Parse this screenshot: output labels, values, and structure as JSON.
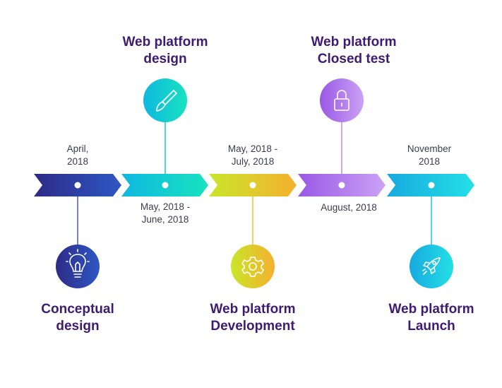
{
  "milestones": [
    {
      "title_line1": "Conceptual",
      "title_line2": "design",
      "date_line1": "April,",
      "date_line2": "2018",
      "icon": "lightbulb-icon",
      "color_start": "#2d2b86",
      "color_end": "#2f57c4"
    },
    {
      "title_line1": "Web platform",
      "title_line2": "design",
      "date_line1": "May, 2018 -",
      "date_line2": "June, 2018",
      "icon": "paintbrush-icon",
      "color_start": "#0fb8e0",
      "color_end": "#18e2bf"
    },
    {
      "title_line1": "Web platform",
      "title_line2": "Development",
      "date_line1": "May, 2018 -",
      "date_line2": "July, 2018",
      "icon": "gear-icon",
      "color_start": "#c9e62a",
      "color_end": "#f5b02e"
    },
    {
      "title_line1": "Web platform",
      "title_line2": "Closed test",
      "date_line1": "August, 2018",
      "date_line2": "",
      "icon": "lock-icon",
      "color_start": "#9a58e6",
      "color_end": "#cba2f5"
    },
    {
      "title_line1": "Web platform",
      "title_line2": "Launch",
      "date_line1": "November",
      "date_line2": "2018",
      "icon": "rocket-icon",
      "color_start": "#18a9df",
      "color_end": "#23e0e6"
    }
  ],
  "colors": {
    "title": "#3f1a72",
    "date": "#3b3b52"
  }
}
